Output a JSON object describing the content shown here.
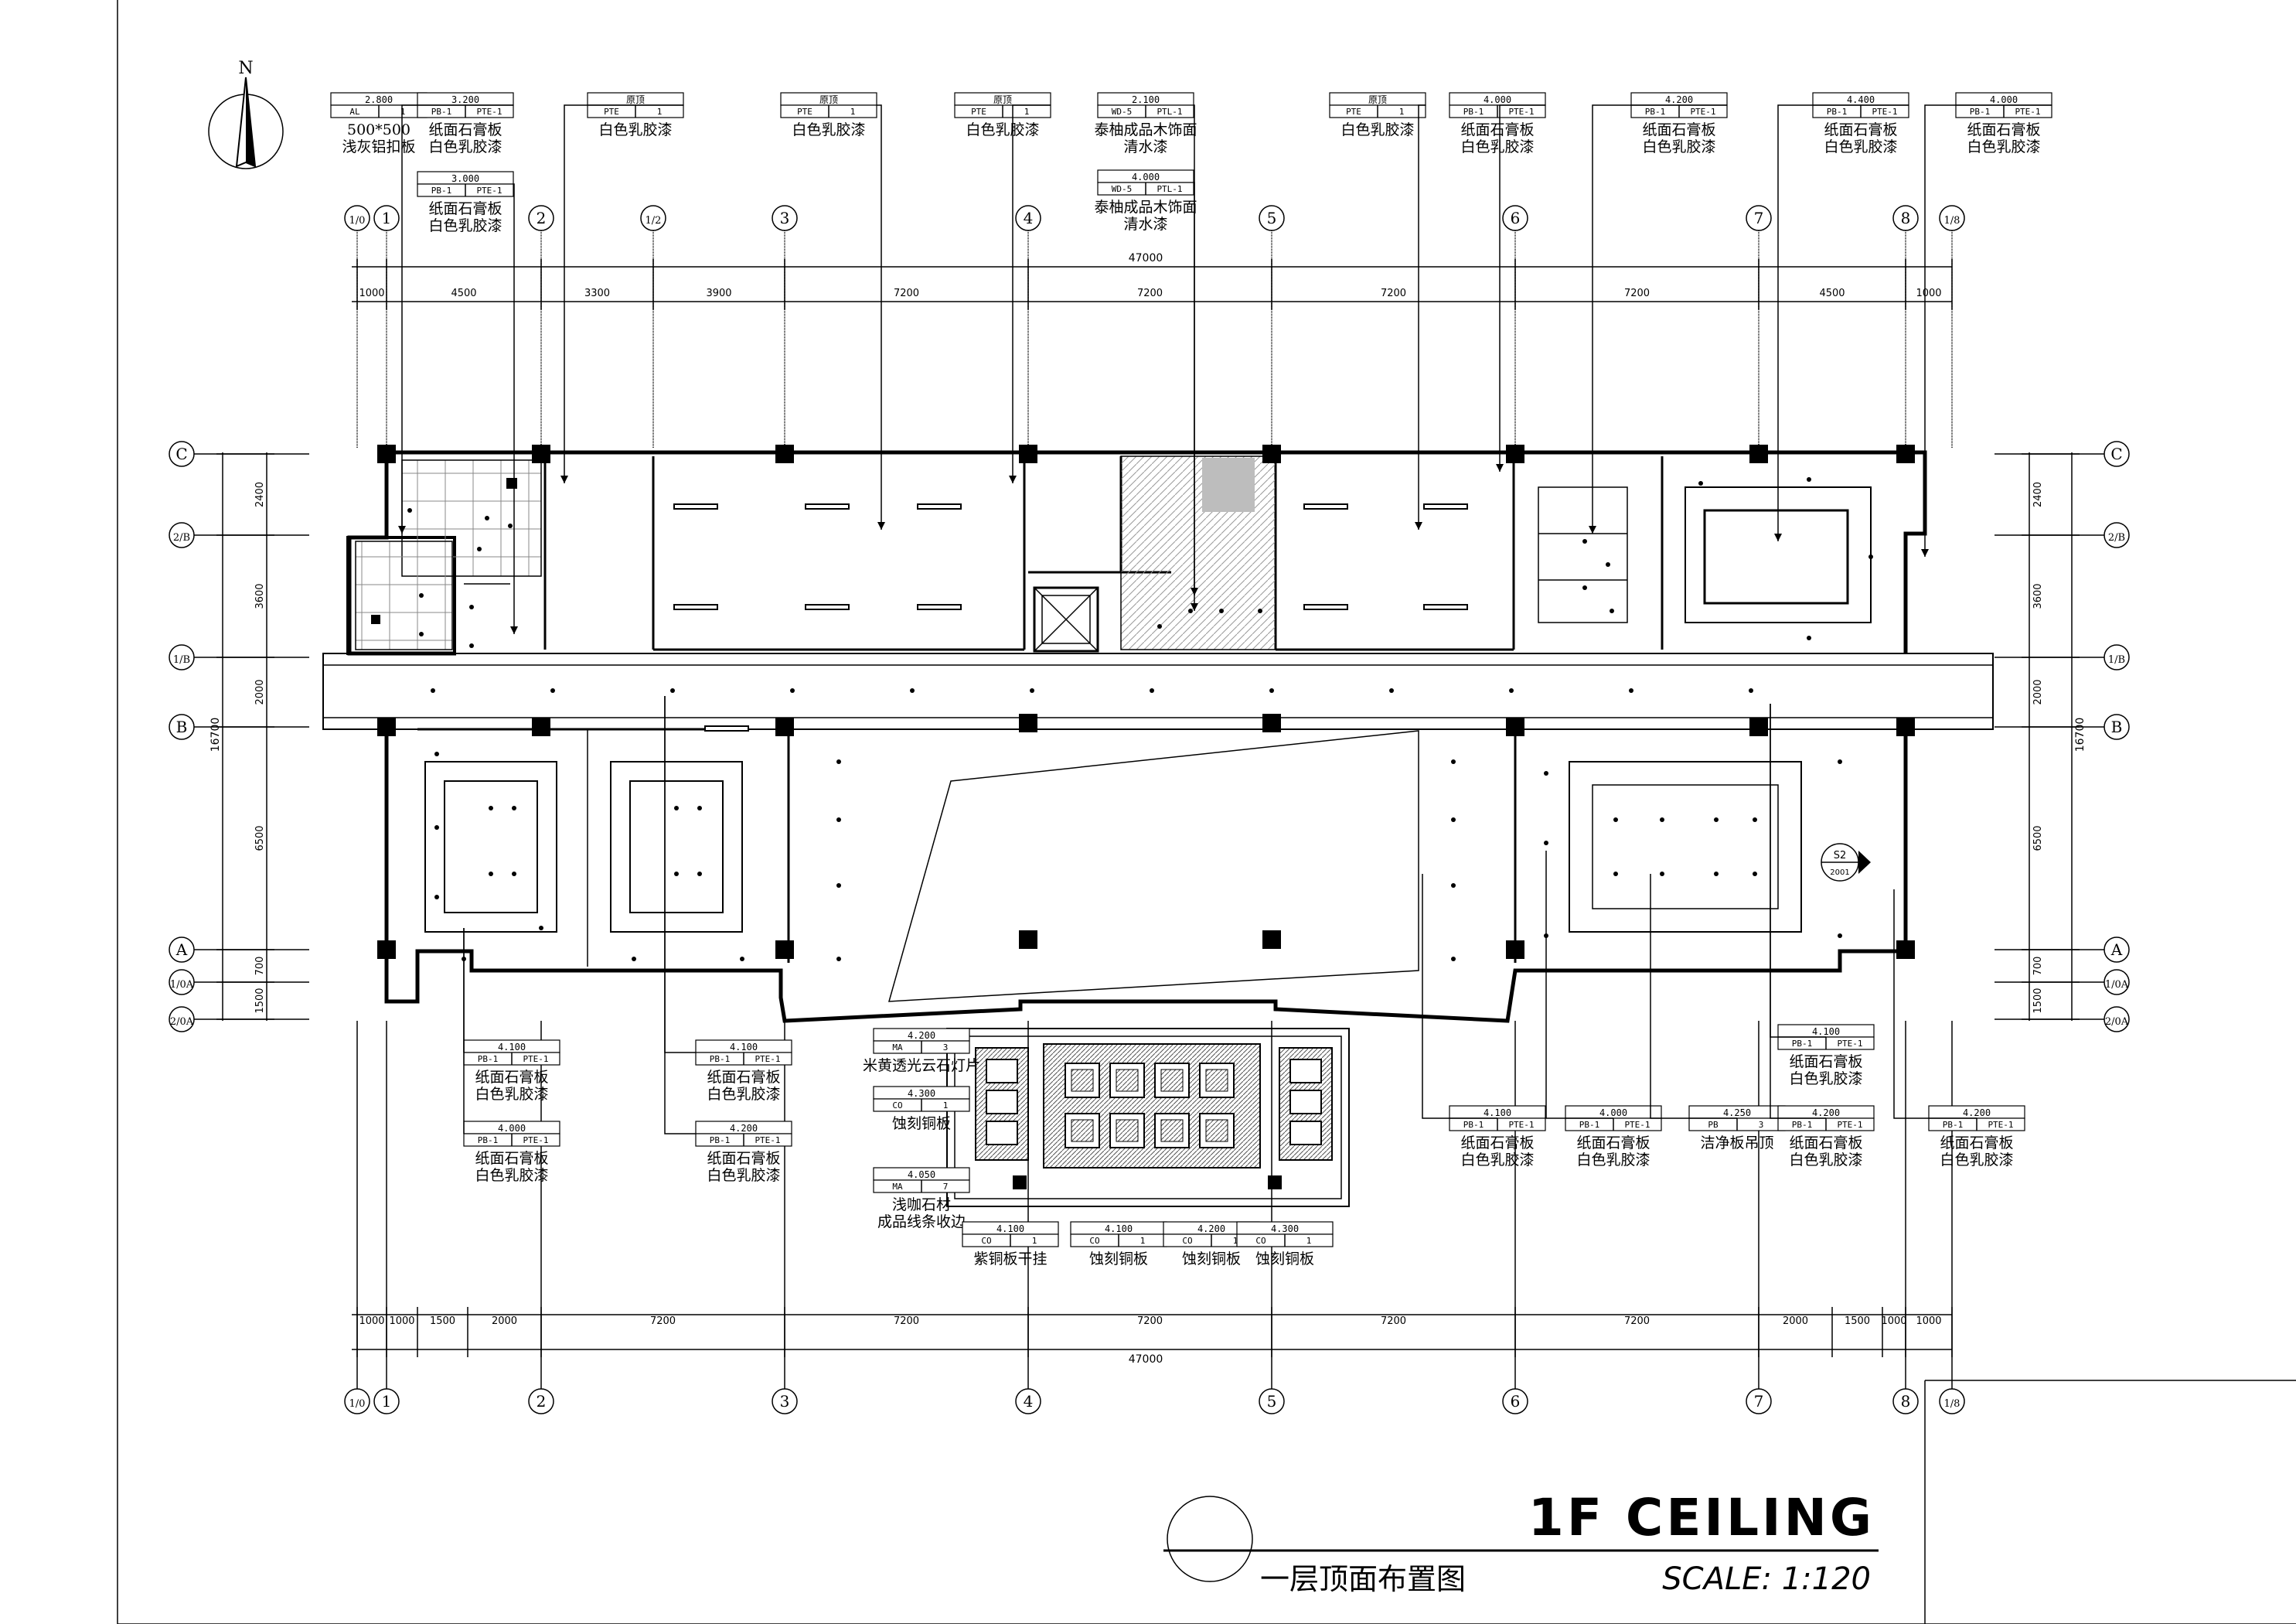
{
  "title": {
    "main": "1F CEILING",
    "subtitle": "一层顶面布置图",
    "scale": "SCALE: 1:120"
  },
  "north_label": "N",
  "overall_dimension": "47000",
  "top_dimensions": [
    "1000",
    "4500",
    "3300",
    "3900",
    "7200",
    "7200",
    "7200",
    "7200",
    "4500",
    "1000"
  ],
  "bottom_dimensions": [
    "1000",
    "1000",
    "1500",
    "2000",
    "7200",
    "7200",
    "7200",
    "7200",
    "7200",
    "2000",
    "1500",
    "1000",
    "1000"
  ],
  "left_dimensions": [
    "2400",
    "3600",
    "2000",
    "6500",
    "700",
    "1500"
  ],
  "left_total": "16700",
  "column_axes_top": [
    "1/0",
    "1",
    "2",
    "1/2",
    "3",
    "4",
    "5",
    "6",
    "7",
    "8",
    "1/8"
  ],
  "column_axes_bottom": [
    "1/0",
    "1",
    "2",
    "3",
    "4",
    "5",
    "6",
    "7",
    "8",
    "1/8"
  ],
  "row_axes": [
    "C",
    "2/B",
    "1/B",
    "B",
    "A",
    "1/0A",
    "2/0A"
  ],
  "callouts_top": [
    {
      "elev": "2.800",
      "code": "AL",
      "num": "1",
      "lines": [
        "500*500",
        "浅灰铝扣板"
      ]
    },
    {
      "elev": "3.200",
      "code": "PB-1",
      "num": "PTE-1",
      "lines": [
        "纸面石膏板",
        "白色乳胶漆"
      ]
    },
    {
      "elev": "3.000",
      "code": "PB-1",
      "num": "PTE-1",
      "lines": [
        "纸面石膏板",
        "白色乳胶漆"
      ]
    },
    {
      "elev": "原顶",
      "code": "PTE",
      "num": "1",
      "lines": [
        "白色乳胶漆"
      ]
    },
    {
      "elev": "原顶",
      "code": "PTE",
      "num": "1",
      "lines": [
        "白色乳胶漆"
      ]
    },
    {
      "elev": "原顶",
      "code": "PTE",
      "num": "1",
      "lines": [
        "白色乳胶漆"
      ]
    },
    {
      "elev": "2.100",
      "code": "WD-5",
      "num": "PTL-1",
      "lines": [
        "泰柚成品木饰面",
        "清水漆"
      ]
    },
    {
      "elev": "4.000",
      "code": "WD-5",
      "num": "PTL-1",
      "lines": [
        "泰柚成品木饰面",
        "清水漆"
      ]
    },
    {
      "elev": "原顶",
      "code": "PTE",
      "num": "1",
      "lines": [
        "白色乳胶漆"
      ]
    },
    {
      "elev": "4.000",
      "code": "PB-1",
      "num": "PTE-1",
      "lines": [
        "纸面石膏板",
        "白色乳胶漆"
      ]
    },
    {
      "elev": "4.200",
      "code": "PB-1",
      "num": "PTE-1",
      "lines": [
        "纸面石膏板",
        "白色乳胶漆"
      ]
    },
    {
      "elev": "4.400",
      "code": "PB-1",
      "num": "PTE-1",
      "lines": [
        "纸面石膏板",
        "白色乳胶漆"
      ]
    },
    {
      "elev": "4.000",
      "code": "PB-1",
      "num": "PTE-1",
      "lines": [
        "纸面石膏板",
        "白色乳胶漆"
      ]
    }
  ],
  "callouts_bottom": [
    {
      "elev": "4.100",
      "code": "PB-1",
      "num": "PTE-1",
      "lines": [
        "纸面石膏板",
        "白色乳胶漆"
      ]
    },
    {
      "elev": "4.000",
      "code": "PB-1",
      "num": "PTE-1",
      "lines": [
        "纸面石膏板",
        "白色乳胶漆"
      ]
    },
    {
      "elev": "4.100",
      "code": "PB-1",
      "num": "PTE-1",
      "lines": [
        "纸面石膏板",
        "白色乳胶漆"
      ]
    },
    {
      "elev": "4.200",
      "code": "PB-1",
      "num": "PTE-1",
      "lines": [
        "纸面石膏板",
        "白色乳胶漆"
      ]
    },
    {
      "elev": "4.200",
      "code": "MA",
      "num": "3",
      "lines": [
        "米黄透光云石灯片"
      ]
    },
    {
      "elev": "4.300",
      "code": "CO",
      "num": "1",
      "lines": [
        "蚀刻铜板"
      ]
    },
    {
      "elev": "4.050",
      "code": "MA",
      "num": "7",
      "lines": [
        "浅咖石材",
        "成品线条收边"
      ]
    },
    {
      "elev": "4.100",
      "code": "CO",
      "num": "1",
      "lines": [
        "紫铜板干挂"
      ]
    },
    {
      "elev": "4.100",
      "code": "CO",
      "num": "1",
      "lines": [
        "蚀刻铜板"
      ]
    },
    {
      "elev": "4.200",
      "code": "CO",
      "num": "1",
      "lines": [
        "蚀刻铜板"
      ]
    },
    {
      "elev": "4.300",
      "code": "CO",
      "num": "1",
      "lines": [
        "蚀刻铜板"
      ]
    },
    {
      "elev": "4.100",
      "code": "PB-1",
      "num": "PTE-1",
      "lines": [
        "纸面石膏板",
        "白色乳胶漆"
      ]
    },
    {
      "elev": "4.000",
      "code": "PB-1",
      "num": "PTE-1",
      "lines": [
        "纸面石膏板",
        "白色乳胶漆"
      ]
    },
    {
      "elev": "4.250",
      "code": "PB",
      "num": "3",
      "lines": [
        "洁净板吊顶"
      ]
    },
    {
      "elev": "4.100",
      "code": "PB-1",
      "num": "PTE-1",
      "lines": [
        "纸面石膏板",
        "白色乳胶漆"
      ]
    },
    {
      "elev": "4.200",
      "code": "PB-1",
      "num": "PTE-1",
      "lines": [
        "纸面石膏板",
        "白色乳胶漆"
      ]
    },
    {
      "elev": "4.200",
      "code": "PB-1",
      "num": "PTE-1",
      "lines": [
        "纸面石膏板",
        "白色乳胶漆"
      ]
    }
  ],
  "section_mark": {
    "id": "S2",
    "sheet": "2001"
  }
}
